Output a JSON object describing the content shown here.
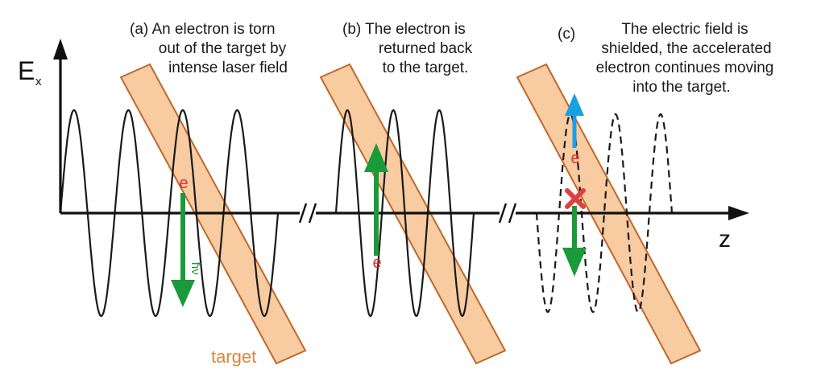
{
  "axes": {
    "y_label_main": "E",
    "y_label_sub": "x",
    "x_label": "z"
  },
  "panels": [
    {
      "id": "a",
      "caption_lines": [
        "(a) An electron is torn",
        "out of the target by",
        "intense laser field"
      ]
    },
    {
      "id": "b",
      "caption_lines": [
        "(b) The electron is",
        "returned back",
        "to the target."
      ]
    },
    {
      "id": "c",
      "caption_lines": [
        "(c)",
        "The electric field is",
        "shielded, the accelerated",
        "electron continues moving",
        "into the target."
      ]
    }
  ],
  "labels": {
    "electron": "e",
    "target": "target"
  },
  "colors": {
    "target_fill": "#f8cba1",
    "target_stroke": "#c0672a",
    "target_text": "#d9873f",
    "green_arrow": "#1a9a3a",
    "blue_arrow": "#1aa0e0",
    "electron_red": "#e03030",
    "cross_red": "#e04040",
    "ink": "#1a1a1a"
  }
}
